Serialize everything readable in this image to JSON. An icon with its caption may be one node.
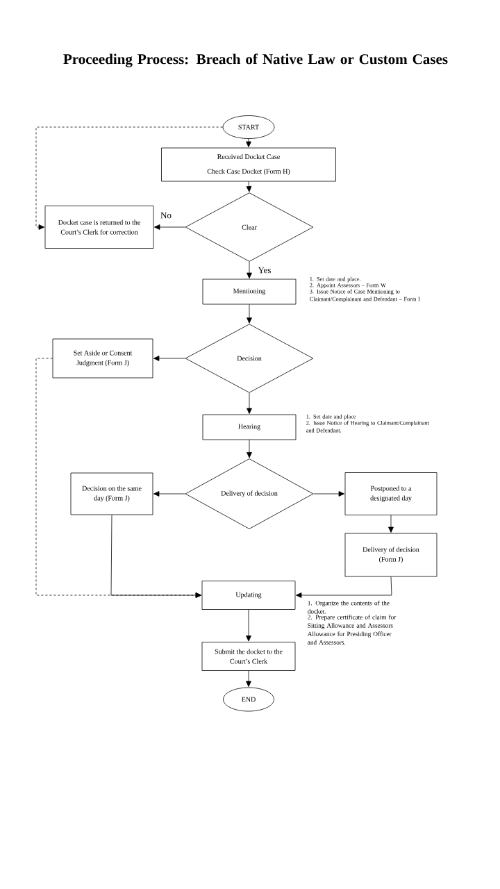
{
  "diagram": {
    "title": "Proceeding Process: Breach of Native Law or Custom Cases",
    "nodes": [
      {
        "text": [
          "START"
        ]
      },
      {
        "text": [
          "Received Docket Case",
          "Check Case Docket (Form H)"
        ]
      },
      {
        "text": [
          "Clear"
        ]
      },
      {
        "text": [
          "Docket case is returned to the Court’s Clerk for correction"
        ]
      },
      {
        "text": [
          "Mentioning"
        ],
        "beside": [
          "1. Set date and place.",
          "2. Appoint Assessors – Form W",
          "3. Issue Notice of Case Mentioning to Claimant/Complainant and Defendant – Form I"
        ]
      },
      {
        "text": [
          "Decision"
        ]
      },
      {
        "text": [
          "Set Aside or Consent Judgment (Form J)"
        ]
      },
      {
        "text": [
          "Hearing"
        ],
        "beside": [
          "1. Set date and place",
          "2. Issue Notice of Hearing to Claimant/Complainant and Defendant."
        ]
      },
      {
        "text": [
          "Delivery of decision"
        ]
      },
      {
        "text": [
          "Decision on the same day (Form J)"
        ]
      },
      {
        "text": [
          "Postponed to a designated day"
        ]
      },
      {
        "text": [
          "Delivery of decision (Form J)"
        ]
      },
      {
        "text": [
          "Updating"
        ],
        "beside": [
          "1. Organize the contents of the docket.",
          "2. Prepare certificate of claim for Sitting Allowance and Assessors Allowance for Presiding Officer and Assessors."
        ]
      },
      {
        "text": [
          "Submit the docket to the Court’s Clerk"
        ]
      },
      {
        "text": [
          "END"
        ]
      }
    ],
    "edges": [
      {
        "from": 0,
        "to": 1,
        "arrow": "to"
      },
      {
        "from": 1,
        "to": 2,
        "arrow": "to"
      },
      {
        "from": 2,
        "to": 3,
        "arrow": "to",
        "label": "No"
      },
      {
        "from": 2,
        "to": 4,
        "arrow": "to",
        "label": "Yes"
      },
      {
        "from": 4,
        "to": 5,
        "arrow": "to"
      },
      {
        "from": 5,
        "to": 6,
        "arrow": "to"
      },
      {
        "from": 5,
        "to": 7,
        "arrow": "to"
      },
      {
        "from": 7,
        "to": 8,
        "arrow": "to"
      },
      {
        "from": 8,
        "to": 9,
        "arrow": "to"
      },
      {
        "from": 8,
        "to": 10,
        "arrow": "to"
      },
      {
        "from": 10,
        "to": 11,
        "arrow": "to"
      },
      {
        "from": 11,
        "to": 12,
        "arrow": "to"
      },
      {
        "from": 9,
        "to": 12,
        "arrow": "to"
      },
      {
        "from": 12,
        "to": 13,
        "arrow": "to"
      },
      {
        "from": 13,
        "to": 14,
        "arrow": "to"
      },
      {
        "from": 0,
        "to": 3,
        "arrow": "to",
        "style": "dashed"
      },
      {
        "from": 6,
        "to": 12,
        "arrow": "to",
        "style": "dashed"
      }
    ]
  }
}
